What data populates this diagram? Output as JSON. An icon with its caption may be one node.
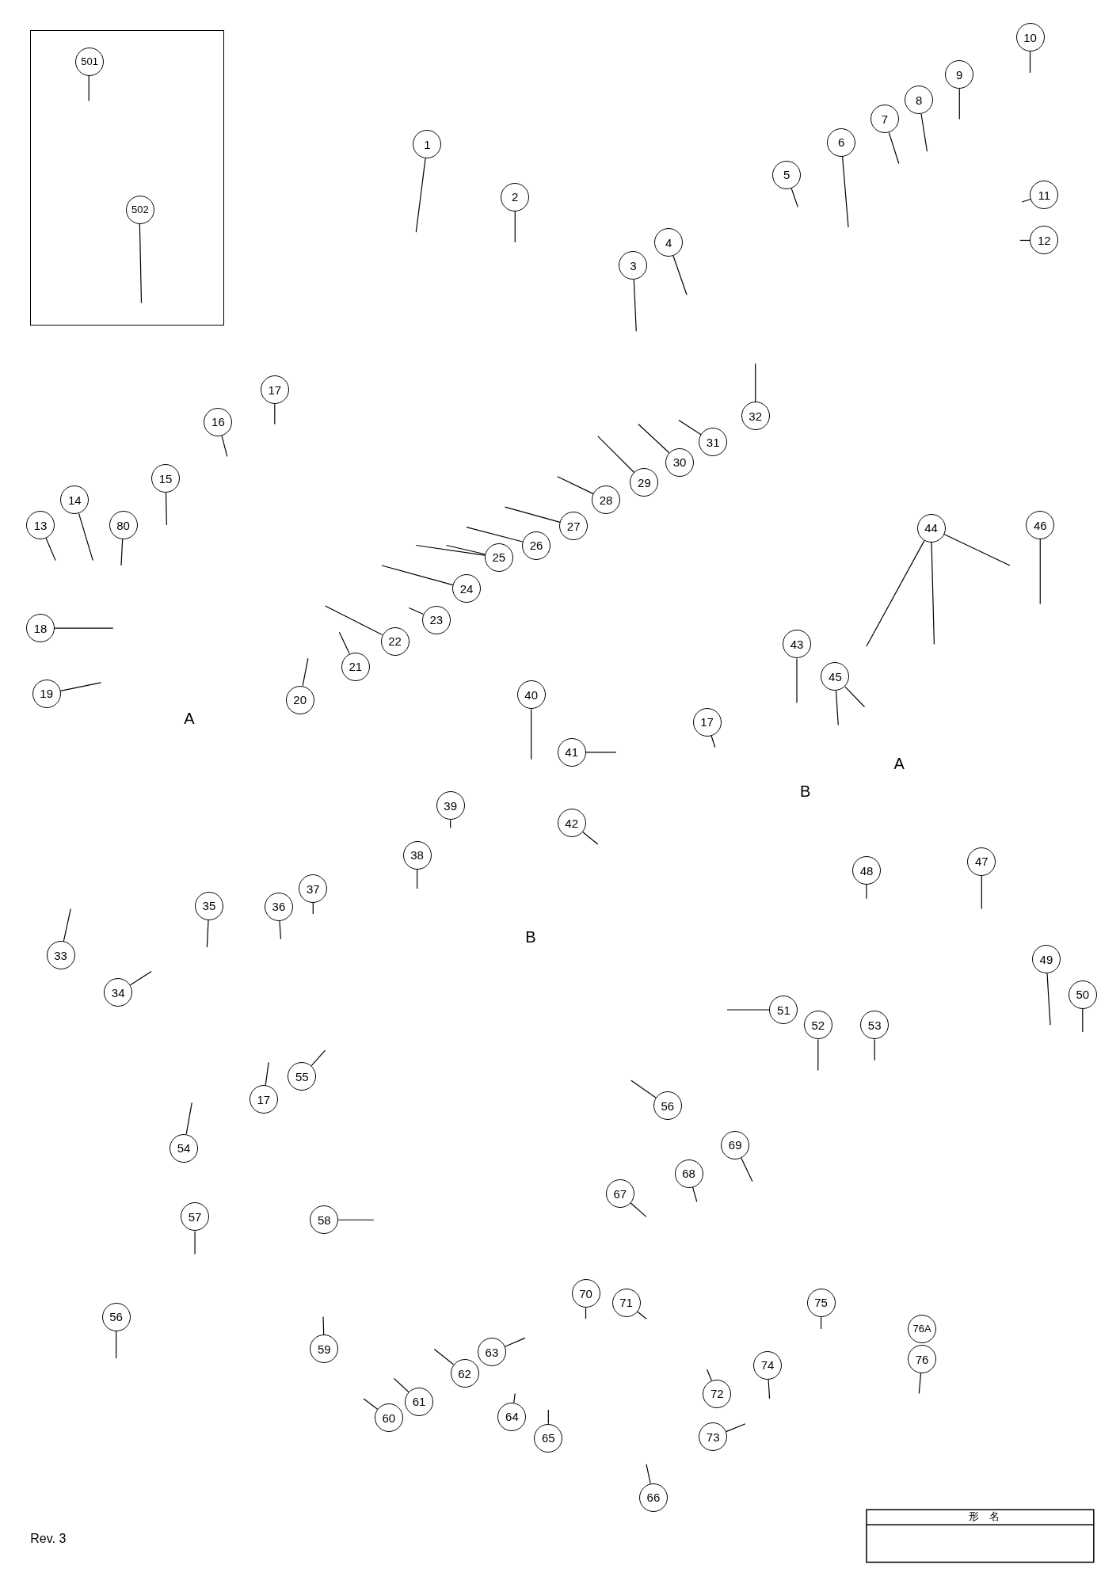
{
  "diagram": {
    "nodes": [
      {
        "text": [],
        "shape": "box"
      },
      {
        "text": [
          "501"
        ],
        "in": 0
      },
      {
        "text": [
          "502"
        ],
        "in": 0
      },
      {
        "text": [
          "1"
        ]
      },
      {
        "text": [
          "2"
        ]
      },
      {
        "text": [
          "3"
        ]
      },
      {
        "text": [
          "4"
        ]
      },
      {
        "text": [
          "5"
        ]
      },
      {
        "text": [
          "6"
        ]
      },
      {
        "text": [
          "7"
        ]
      },
      {
        "text": [
          "8"
        ]
      },
      {
        "text": [
          "9"
        ]
      },
      {
        "text": [
          "10"
        ]
      },
      {
        "text": [
          "11"
        ]
      },
      {
        "text": [
          "12"
        ]
      },
      {
        "text": [
          "13"
        ]
      },
      {
        "text": [
          "14"
        ]
      },
      {
        "text": [
          "80"
        ]
      },
      {
        "text": [
          "15"
        ]
      },
      {
        "text": [
          "16"
        ]
      },
      {
        "text": [
          "17"
        ]
      },
      {
        "text": [
          "18"
        ]
      },
      {
        "text": [
          "19"
        ]
      },
      {
        "text": [
          "20"
        ]
      },
      {
        "text": [
          "21"
        ]
      },
      {
        "text": [
          "22"
        ]
      },
      {
        "text": [
          "23"
        ]
      },
      {
        "text": [
          "24"
        ]
      },
      {
        "text": [
          "25"
        ]
      },
      {
        "text": [
          "26"
        ]
      },
      {
        "text": [
          "27"
        ]
      },
      {
        "text": [
          "28"
        ]
      },
      {
        "text": [
          "29"
        ]
      },
      {
        "text": [
          "30"
        ]
      },
      {
        "text": [
          "31"
        ]
      },
      {
        "text": [
          "32"
        ]
      },
      {
        "text": [
          "33"
        ]
      },
      {
        "text": [
          "34"
        ]
      },
      {
        "text": [
          "35"
        ]
      },
      {
        "text": [
          "36"
        ]
      },
      {
        "text": [
          "37"
        ]
      },
      {
        "text": [
          "38"
        ]
      },
      {
        "text": [
          "39"
        ]
      },
      {
        "text": [
          "40"
        ]
      },
      {
        "text": [
          "41"
        ]
      },
      {
        "text": [
          "42"
        ]
      },
      {
        "text": [
          "43"
        ]
      },
      {
        "text": [
          "17"
        ]
      },
      {
        "text": [
          "44"
        ]
      },
      {
        "text": [
          "45"
        ]
      },
      {
        "text": [
          "46"
        ]
      },
      {
        "text": [
          "47"
        ]
      },
      {
        "text": [
          "48"
        ]
      },
      {
        "text": [
          "49"
        ]
      },
      {
        "text": [
          "50"
        ]
      },
      {
        "text": [
          "51"
        ]
      },
      {
        "text": [
          "52"
        ]
      },
      {
        "text": [
          "53"
        ]
      },
      {
        "text": [
          "54"
        ]
      },
      {
        "text": [
          "55"
        ]
      },
      {
        "text": [
          "17"
        ]
      },
      {
        "text": [
          "56"
        ]
      },
      {
        "text": [
          "57"
        ]
      },
      {
        "text": [
          "58"
        ]
      },
      {
        "text": [
          "59"
        ]
      },
      {
        "text": [
          "60"
        ]
      },
      {
        "text": [
          "61"
        ]
      },
      {
        "text": [
          "62"
        ]
      },
      {
        "text": [
          "63"
        ]
      },
      {
        "text": [
          "64"
        ]
      },
      {
        "text": [
          "65"
        ]
      },
      {
        "text": [
          "66"
        ]
      },
      {
        "text": [
          "67"
        ]
      },
      {
        "text": [
          "68"
        ]
      },
      {
        "text": [
          "69"
        ]
      },
      {
        "text": [
          "70"
        ]
      },
      {
        "text": [
          "71"
        ]
      },
      {
        "text": [
          "72"
        ]
      },
      {
        "text": [
          "73"
        ]
      },
      {
        "text": [
          "74"
        ]
      },
      {
        "text": [
          "75"
        ]
      },
      {
        "text": [
          "76A"
        ]
      },
      {
        "text": [
          "76"
        ]
      },
      {
        "text": [
          "56"
        ]
      }
    ],
    "edges": [
      {
        "from": 1,
        "to": null,
        "arrow": "none"
      },
      {
        "from": 2,
        "to": null,
        "arrow": "none"
      },
      {
        "from": 3,
        "to": null,
        "arrow": "none"
      },
      {
        "from": 4,
        "to": null,
        "arrow": "none"
      },
      {
        "from": 5,
        "to": null,
        "arrow": "none"
      },
      {
        "from": 6,
        "to": null,
        "arrow": "none"
      },
      {
        "from": 7,
        "to": null,
        "arrow": "none"
      },
      {
        "from": 8,
        "to": null,
        "arrow": "none"
      },
      {
        "from": 9,
        "to": null,
        "arrow": "none"
      },
      {
        "from": 10,
        "to": null,
        "arrow": "none"
      },
      {
        "from": 11,
        "to": null,
        "arrow": "none"
      },
      {
        "from": 12,
        "to": null,
        "arrow": "none"
      },
      {
        "from": 13,
        "to": null,
        "arrow": "none"
      },
      {
        "from": 14,
        "to": null,
        "arrow": "none"
      },
      {
        "from": 15,
        "to": null,
        "arrow": "none"
      },
      {
        "from": 16,
        "to": null,
        "arrow": "none"
      },
      {
        "from": 17,
        "to": null,
        "arrow": "none"
      },
      {
        "from": 18,
        "to": null,
        "arrow": "none"
      },
      {
        "from": 19,
        "to": null,
        "arrow": "none"
      },
      {
        "from": 20,
        "to": null,
        "arrow": "none"
      },
      {
        "from": 21,
        "to": null,
        "arrow": "none"
      },
      {
        "from": 22,
        "to": null,
        "arrow": "none"
      },
      {
        "from": 23,
        "to": null,
        "arrow": "none"
      },
      {
        "from": 24,
        "to": null,
        "arrow": "none"
      },
      {
        "from": 25,
        "to": null,
        "arrow": "none"
      },
      {
        "from": 26,
        "to": null,
        "arrow": "none"
      },
      {
        "from": 27,
        "to": null,
        "arrow": "none"
      },
      {
        "from": 28,
        "to": null,
        "arrow": "none"
      },
      {
        "from": 28,
        "to": null,
        "arrow": "none"
      },
      {
        "from": 29,
        "to": null,
        "arrow": "none"
      },
      {
        "from": 30,
        "to": null,
        "arrow": "none"
      },
      {
        "from": 31,
        "to": null,
        "arrow": "none"
      },
      {
        "from": 32,
        "to": null,
        "arrow": "none"
      },
      {
        "from": 33,
        "to": null,
        "arrow": "none"
      },
      {
        "from": 34,
        "to": null,
        "arrow": "none"
      },
      {
        "from": 35,
        "to": null,
        "arrow": "none"
      },
      {
        "from": 36,
        "to": null,
        "arrow": "none"
      },
      {
        "from": 37,
        "to": null,
        "arrow": "none"
      },
      {
        "from": 38,
        "to": null,
        "arrow": "none"
      },
      {
        "from": 39,
        "to": null,
        "arrow": "none"
      },
      {
        "from": 40,
        "to": null,
        "arrow": "none"
      },
      {
        "from": 41,
        "to": null,
        "arrow": "none"
      },
      {
        "from": 42,
        "to": null,
        "arrow": "none"
      },
      {
        "from": 43,
        "to": null,
        "arrow": "none"
      },
      {
        "from": 44,
        "to": null,
        "arrow": "none"
      },
      {
        "from": 45,
        "to": null,
        "arrow": "none"
      },
      {
        "from": 46,
        "to": null,
        "arrow": "none"
      },
      {
        "from": 47,
        "to": null,
        "arrow": "none"
      },
      {
        "from": 48,
        "to": null,
        "arrow": "none"
      },
      {
        "from": 48,
        "to": null,
        "arrow": "none"
      },
      {
        "from": 48,
        "to": null,
        "arrow": "none"
      },
      {
        "from": 49,
        "to": null,
        "arrow": "none"
      },
      {
        "from": 49,
        "to": null,
        "arrow": "none"
      },
      {
        "from": 50,
        "to": null,
        "arrow": "none"
      },
      {
        "from": 51,
        "to": null,
        "arrow": "none"
      },
      {
        "from": 52,
        "to": null,
        "arrow": "none"
      },
      {
        "from": 53,
        "to": null,
        "arrow": "none"
      },
      {
        "from": 54,
        "to": null,
        "arrow": "none"
      },
      {
        "from": 55,
        "to": null,
        "arrow": "none"
      },
      {
        "from": 56,
        "to": null,
        "arrow": "none"
      },
      {
        "from": 57,
        "to": null,
        "arrow": "none"
      },
      {
        "from": 58,
        "to": null,
        "arrow": "none"
      },
      {
        "from": 59,
        "to": null,
        "arrow": "none"
      },
      {
        "from": 60,
        "to": null,
        "arrow": "none"
      },
      {
        "from": 61,
        "to": null,
        "arrow": "none"
      },
      {
        "from": 62,
        "to": null,
        "arrow": "none"
      },
      {
        "from": 63,
        "to": null,
        "arrow": "none"
      },
      {
        "from": 64,
        "to": null,
        "arrow": "none"
      },
      {
        "from": 65,
        "to": null,
        "arrow": "none"
      },
      {
        "from": 66,
        "to": null,
        "arrow": "none"
      },
      {
        "from": 67,
        "to": null,
        "arrow": "none"
      },
      {
        "from": 68,
        "to": null,
        "arrow": "none"
      },
      {
        "from": 69,
        "to": null,
        "arrow": "none"
      },
      {
        "from": 70,
        "to": null,
        "arrow": "none"
      },
      {
        "from": 71,
        "to": null,
        "arrow": "none"
      },
      {
        "from": 72,
        "to": null,
        "arrow": "none"
      },
      {
        "from": 73,
        "to": null,
        "arrow": "none"
      },
      {
        "from": 74,
        "to": null,
        "arrow": "none"
      },
      {
        "from": 75,
        "to": null,
        "arrow": "none"
      },
      {
        "from": 76,
        "to": null,
        "arrow": "none"
      },
      {
        "from": 77,
        "to": null,
        "arrow": "none"
      },
      {
        "from": 78,
        "to": null,
        "arrow": "none"
      },
      {
        "from": 79,
        "to": null,
        "arrow": "none"
      },
      {
        "from": 80,
        "to": null,
        "arrow": "none"
      },
      {
        "from": 82,
        "to": null,
        "arrow": "none"
      },
      {
        "from": 83,
        "to": null,
        "arrow": "none"
      }
    ],
    "labels": [
      "A",
      "B",
      "A",
      "B",
      "Rev. 3",
      "形　名"
    ]
  }
}
